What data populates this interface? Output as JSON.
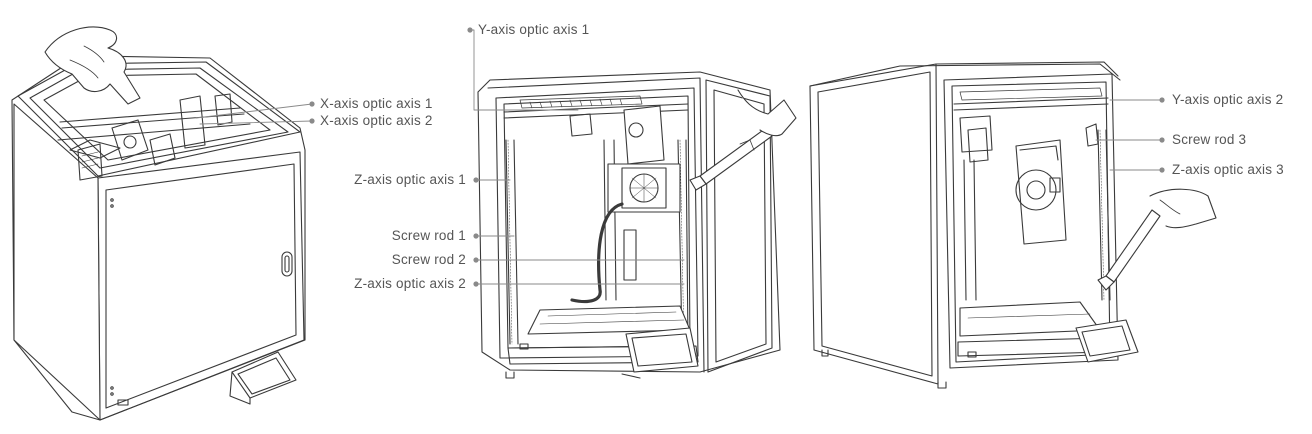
{
  "callouts": {
    "printer1": {
      "x_axis_optic_axis_1": "X-axis optic axis 1",
      "x_axis_optic_axis_2": "X-axis optic axis 2"
    },
    "printer2": {
      "y_axis_optic_axis_1": "Y-axis optic axis 1",
      "z_axis_optic_axis_1": "Z-axis optic axis 1",
      "screw_rod_1": "Screw rod 1",
      "screw_rod_2": "Screw rod 2",
      "z_axis_optic_axis_2": "Z-axis optic axis 2"
    },
    "printer3": {
      "y_axis_optic_axis_2": "Y-axis optic axis 2",
      "screw_rod_3": "Screw rod 3",
      "z_axis_optic_axis_3": "Z-axis optic axis 3"
    }
  },
  "colors": {
    "line": "#3a3a3a",
    "leader": "#8a8a8a",
    "dot": "#8a8a8a",
    "text": "#555555"
  }
}
